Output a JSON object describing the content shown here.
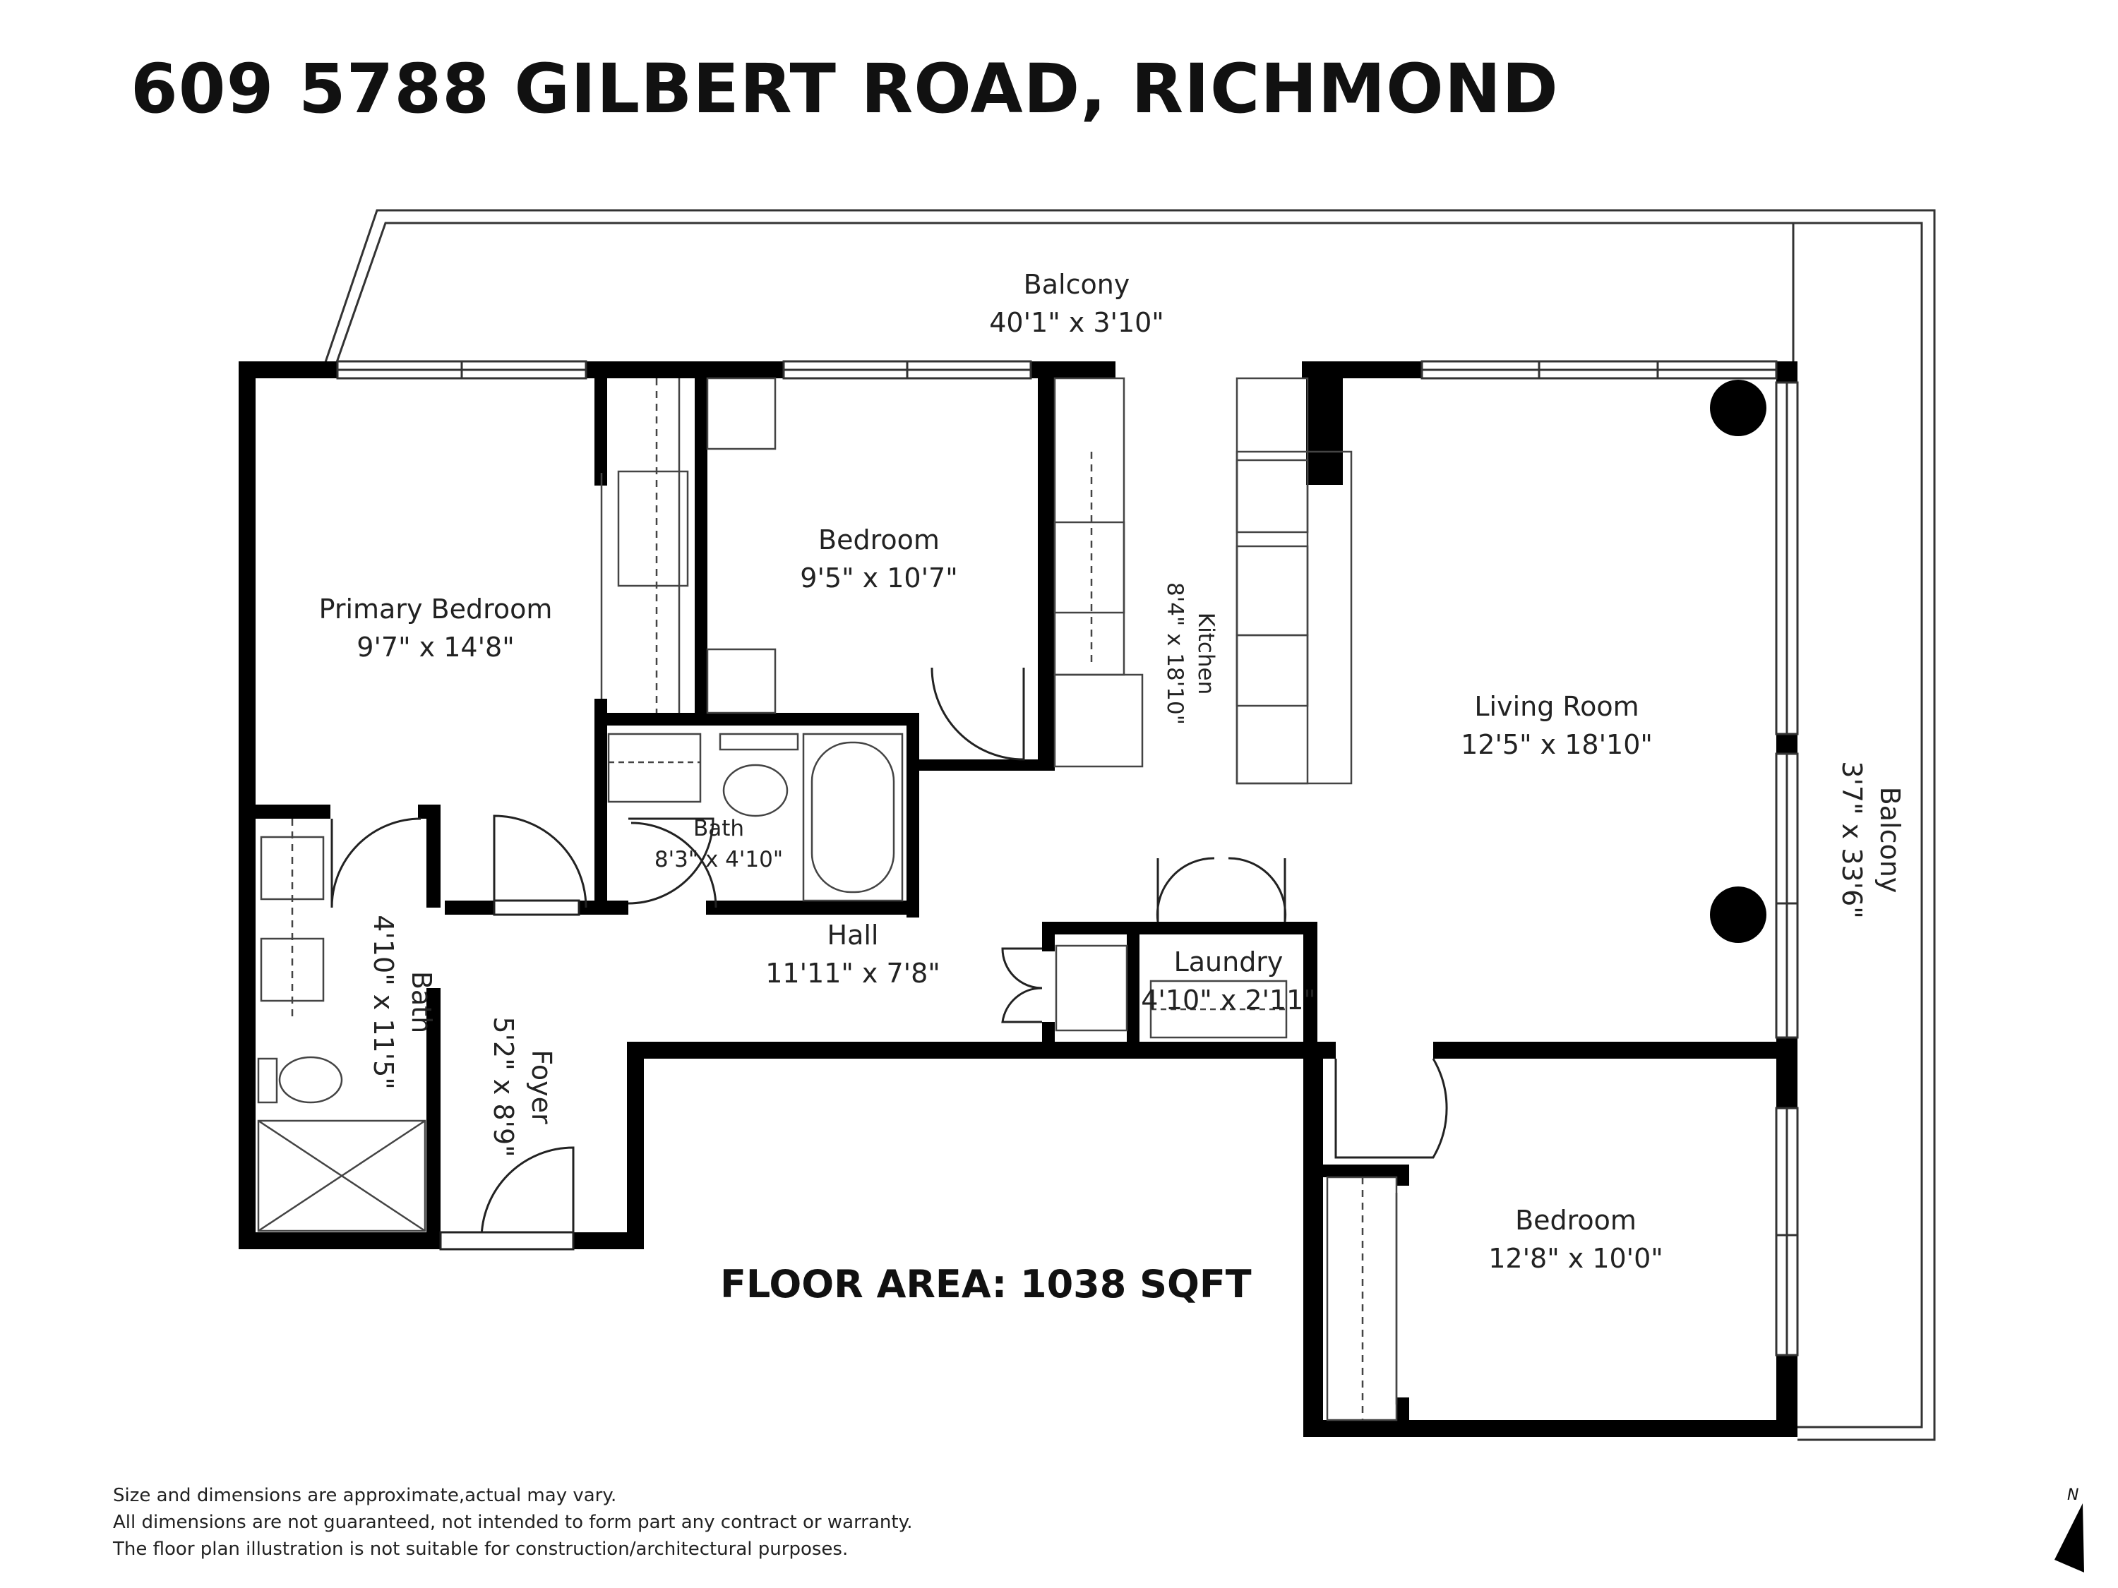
{
  "title": "609 5788 GILBERT ROAD, RICHMOND",
  "floor_area": "FLOOR AREA: 1038 SQFT",
  "rooms": {
    "balcony_top": {
      "name": "Balcony",
      "dims": "40'1\" x 3'10\""
    },
    "primary_bedroom": {
      "name": "Primary Bedroom",
      "dims": "9'7\" x 14'8\""
    },
    "bedroom_1": {
      "name": "Bedroom",
      "dims": "9'5\" x 10'7\""
    },
    "kitchen": {
      "name": "Kitchen",
      "dims": "8'4\" x 18'10\""
    },
    "living_room": {
      "name": "Living Room",
      "dims": "12'5\" x 18'10\""
    },
    "balcony_right": {
      "name": "Balcony",
      "dims": "3'7\" x 33'6\""
    },
    "bath_main": {
      "name": "Bath",
      "dims": "8'3\" x 4'10\""
    },
    "bath_ensuite": {
      "name": "Bath",
      "dims": "4'10\" x 11'5\""
    },
    "hall": {
      "name": "Hall",
      "dims": "11'11\" x 7'8\""
    },
    "laundry": {
      "name": "Laundry",
      "dims": "4'10\" x 2'11\""
    },
    "foyer": {
      "name": "Foyer",
      "dims": "5'2\" x 8'9\""
    },
    "bedroom_2": {
      "name": "Bedroom",
      "dims": "12'8\" x 10'0\""
    }
  },
  "disclaimer": [
    "Size and dimensions are approximate,actual may vary.",
    "All dimensions are not guaranteed, not intended to form part any contract or warranty.",
    "The floor plan illustration is not suitable for construction/architectural purposes."
  ],
  "compass": {
    "label": "N"
  }
}
